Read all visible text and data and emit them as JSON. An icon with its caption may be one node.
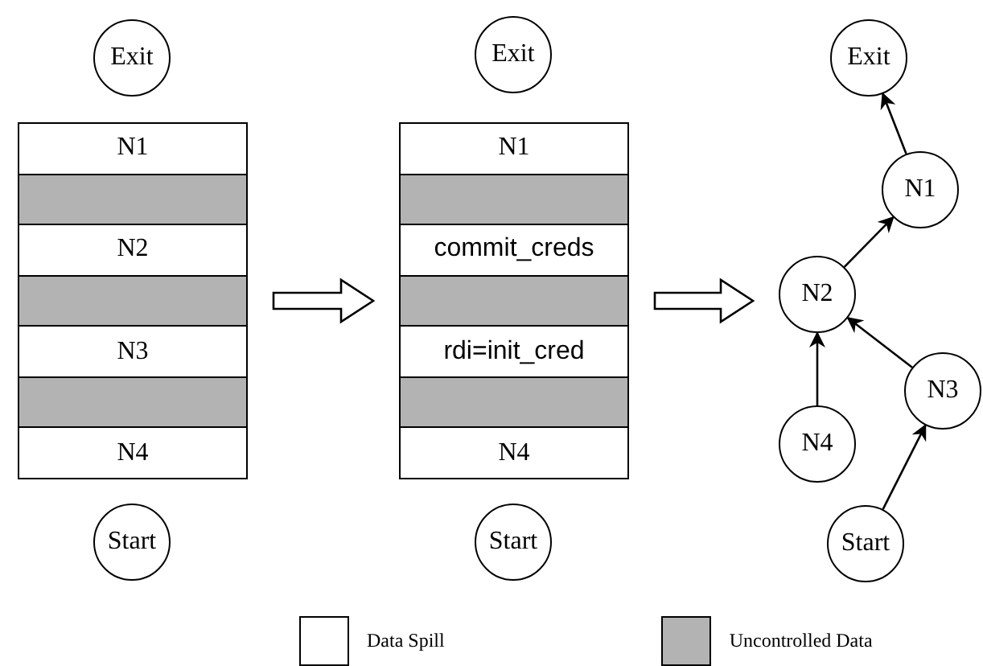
{
  "diagram": {
    "nodes": [
      {
        "text": [
          "Exit"
        ]
      },
      {
        "text": [],
        "shape": "box"
      },
      {
        "text": [
          "N1"
        ],
        "in": 1
      },
      {
        "text": [],
        "shape": "box",
        "in": 1
      },
      {
        "text": [
          "N2"
        ],
        "in": 1
      },
      {
        "text": [],
        "shape": "box",
        "in": 1
      },
      {
        "text": [
          "N3"
        ],
        "in": 1
      },
      {
        "text": [],
        "shape": "box",
        "in": 1
      },
      {
        "text": [
          "N4"
        ],
        "in": 1
      },
      {
        "text": [
          "Start"
        ]
      },
      {
        "text": [
          "Exit"
        ]
      },
      {
        "text": [],
        "shape": "box"
      },
      {
        "text": [
          "N1"
        ],
        "in": 11
      },
      {
        "text": [],
        "shape": "box",
        "in": 11
      },
      {
        "text": [
          "commit_creds"
        ],
        "in": 11
      },
      {
        "text": [],
        "shape": "box",
        "in": 11
      },
      {
        "text": [
          "rdi=init_cred"
        ],
        "in": 11
      },
      {
        "text": [],
        "shape": "box",
        "in": 11
      },
      {
        "text": [
          "N4"
        ],
        "in": 11
      },
      {
        "text": [
          "Start"
        ]
      },
      {
        "text": [
          "Exit"
        ]
      },
      {
        "text": [
          "N1"
        ]
      },
      {
        "text": [
          "N2"
        ]
      },
      {
        "text": [
          "N3"
        ]
      },
      {
        "text": [
          "N4"
        ]
      },
      {
        "text": [
          "Start"
        ]
      }
    ],
    "edges": [
      {
        "from": 1,
        "to": 11,
        "arrow": "to",
        "style": "thick"
      },
      {
        "from": 11,
        "to": 22,
        "arrow": "to",
        "style": "thick"
      },
      {
        "from": 21,
        "to": 20,
        "arrow": "to"
      },
      {
        "from": 22,
        "to": 21,
        "arrow": "to"
      },
      {
        "from": 23,
        "to": 22,
        "arrow": "to"
      },
      {
        "from": 24,
        "to": 22,
        "arrow": "to"
      },
      {
        "from": 25,
        "to": 23,
        "arrow": "to"
      }
    ],
    "legend": [
      {
        "text": "Data Spill",
        "color": "#ffffff"
      },
      {
        "text": "Uncontrolled Data",
        "color": "#b3b3b3"
      }
    ]
  }
}
